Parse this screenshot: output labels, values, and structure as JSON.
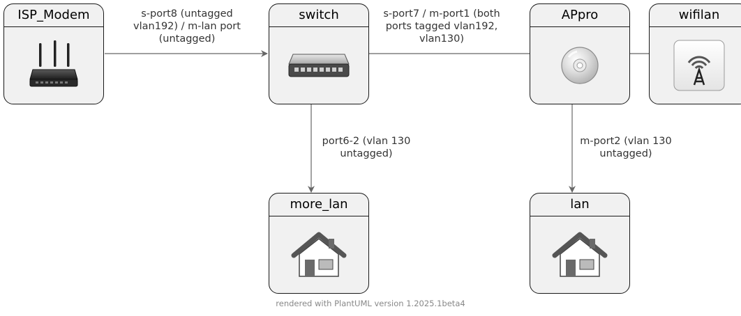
{
  "nodes": {
    "isp_modem": {
      "title": "ISP_Modem",
      "icon": "router-icon"
    },
    "switch": {
      "title": "switch",
      "icon": "network-switch-icon"
    },
    "appro": {
      "title": "APpro",
      "icon": "cd-disc-icon"
    },
    "wifilan": {
      "title": "wifilan",
      "icon": "wifi-tower-icon"
    },
    "more_lan": {
      "title": "more_lan",
      "icon": "house-icon"
    },
    "lan": {
      "title": "lan",
      "icon": "house-icon"
    }
  },
  "edges": {
    "modem_to_switch": "s-port8 (untagged\nvlan192) / m-lan port\n(untagged)",
    "appro_to_switch": "s-port7 / m-port1 (both\nports tagged vlan192,\nvlan130)",
    "switch_to_more_lan": "port6-2 (vlan 130\nuntagged)",
    "appro_to_lan": "m-port2 (vlan 130\nuntagged)",
    "wifilan_to_appro": ""
  },
  "footer": "rendered with PlantUML version 1.2025.1beta4",
  "colors": {
    "node_fill": "#f1f1f1",
    "border": "#181818",
    "edge": "#666666"
  }
}
